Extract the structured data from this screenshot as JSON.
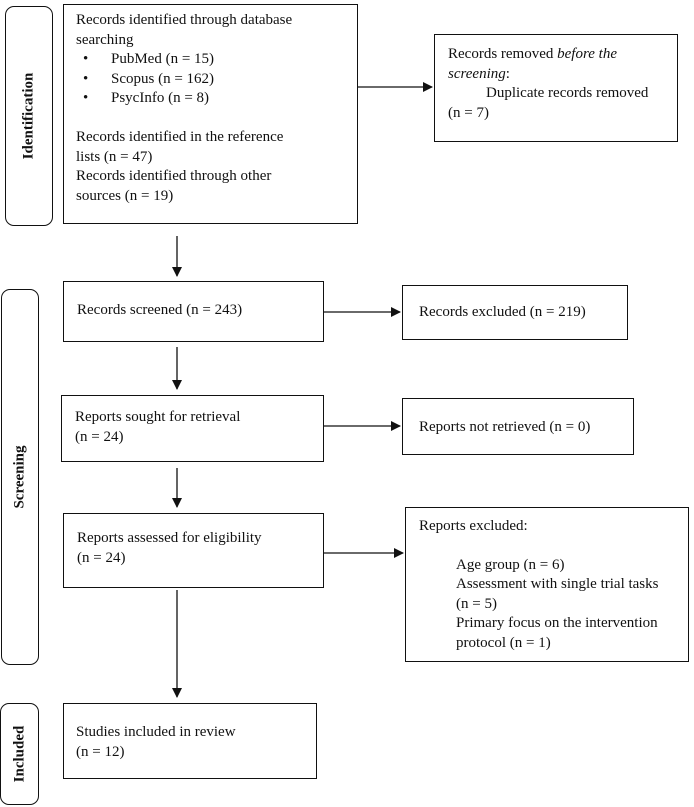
{
  "phases": {
    "identification": "Identification",
    "screening": "Screening",
    "included": "Included"
  },
  "identification_box": {
    "line1": "Records identified through database",
    "line2": "searching",
    "bullets": [
      "PubMed (n = 15)",
      "Scopus (n = 162)",
      "PsycInfo (n = 8)"
    ],
    "bullet_symbol": "•",
    "ref_line1": "Records identified in the reference",
    "ref_line2": "lists (n = 47)",
    "other_line1": "Records identified through other",
    "other_line2": "sources (n = 19)"
  },
  "removed_box": {
    "prefix": "Records removed ",
    "emphasis_1": "before the",
    "emphasis_2": "screening",
    "suffix": ":",
    "line3": "Duplicate records removed",
    "line4": "(n = 7)"
  },
  "screened_box": {
    "text": "Records screened (n = 243)"
  },
  "excluded_box": {
    "text": "Records excluded (n = 219)"
  },
  "sought_box": {
    "line1": "Reports sought for retrieval",
    "line2": "(n = 24)"
  },
  "not_retrieved_box": {
    "text": "Reports not retrieved (n = 0)"
  },
  "assessed_box": {
    "line1": "Reports assessed for eligibility",
    "line2": "(n = 24)"
  },
  "reports_excluded_box": {
    "title": "Reports excluded:",
    "r1": "Age group (n = 6)",
    "r2a": "Assessment with single trial tasks",
    "r2b": "(n = 5)",
    "r3a": "Primary focus on the intervention",
    "r3b": "protocol (n = 1)"
  },
  "included_box": {
    "line1": "Studies included in review",
    "line2": "(n = 12)"
  }
}
